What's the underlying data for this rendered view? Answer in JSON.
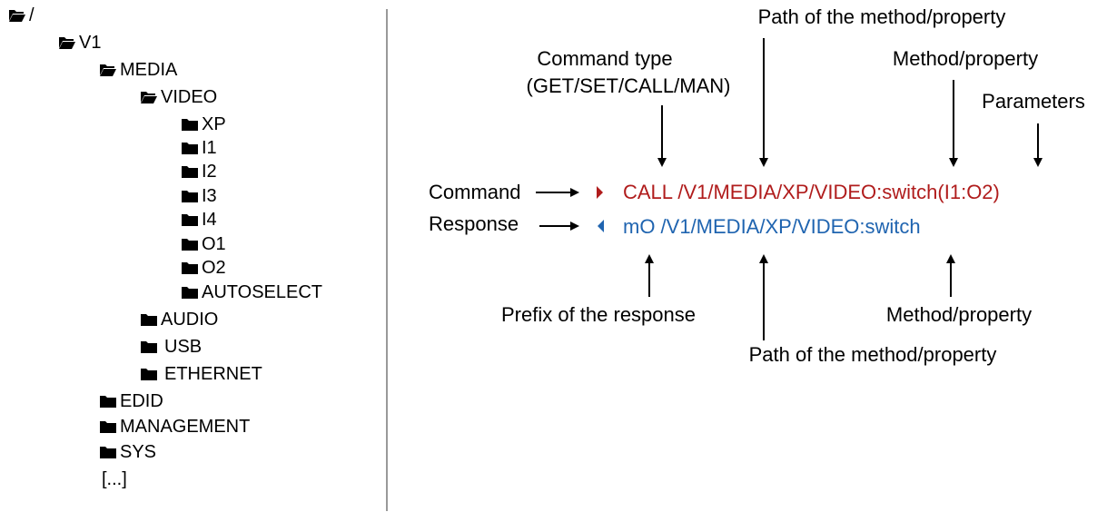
{
  "tree": {
    "items": [
      {
        "label": "/",
        "open": true
      },
      {
        "label": "V1",
        "open": true
      },
      {
        "label": "MEDIA",
        "open": true
      },
      {
        "label": "VIDEO",
        "open": true
      },
      {
        "label": "XP",
        "open": false
      },
      {
        "label": "I1",
        "open": false
      },
      {
        "label": "I2",
        "open": false
      },
      {
        "label": "I3",
        "open": false
      },
      {
        "label": "I4",
        "open": false
      },
      {
        "label": "O1",
        "open": false
      },
      {
        "label": "O2",
        "open": false
      },
      {
        "label": "AUTOSELECT",
        "open": false
      },
      {
        "label": "AUDIO",
        "open": false
      },
      {
        "label": "USB",
        "open": false
      },
      {
        "label": "ETHERNET",
        "open": false
      },
      {
        "label": "EDID",
        "open": false
      },
      {
        "label": "MANAGEMENT",
        "open": false
      },
      {
        "label": "SYS",
        "open": false
      },
      {
        "label": "[...]",
        "open": null
      }
    ]
  },
  "diagram": {
    "command_label": "Command",
    "response_label": "Response",
    "command_text": "CALL /V1/MEDIA/XP/VIDEO:switch(I1:O2)",
    "response_text": "mO /V1/MEDIA/XP/VIDEO:switch",
    "command_color": "#b01c1c",
    "response_color": "#1f64b0",
    "top_labels": {
      "command_type_line1": "Command type",
      "command_type_line2": "(GET/SET/CALL/MAN)",
      "path": "Path of the method/property",
      "method": "Method/property",
      "parameters": "Parameters"
    },
    "bottom_labels": {
      "prefix": "Prefix of the response",
      "path": "Path of the method/property",
      "method": "Method/property"
    }
  }
}
